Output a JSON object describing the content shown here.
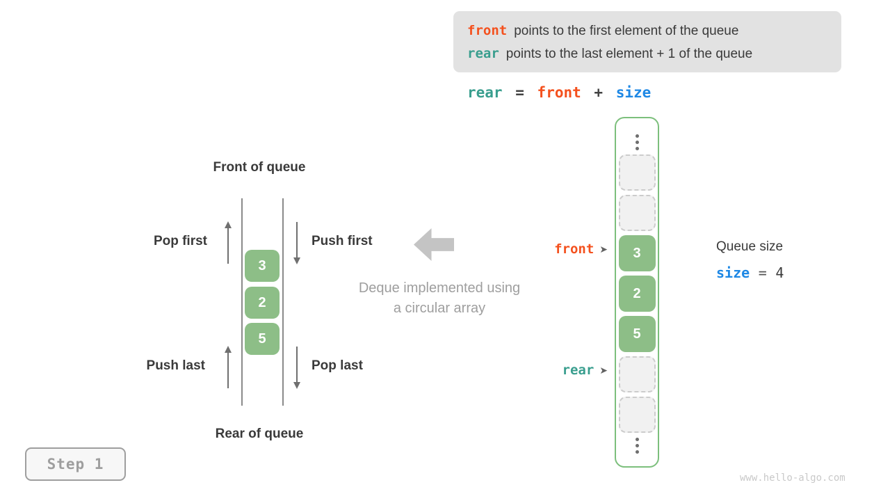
{
  "info_box": {
    "lines": [
      {
        "code": "front",
        "text": "points to the first element of the queue"
      },
      {
        "code": "rear",
        "text": "points to the last element + 1 of the queue"
      }
    ]
  },
  "equation": {
    "tokens": [
      {
        "text": "rear"
      },
      {
        "text": "="
      },
      {
        "text": "front"
      },
      {
        "text": "+"
      },
      {
        "text": "size"
      }
    ]
  },
  "deque": {
    "front_heading": "Front of queue",
    "rear_heading": "Rear of queue",
    "pop_first": "Pop first",
    "push_first": "Push first",
    "push_last": "Push last",
    "pop_last": "Pop last",
    "values": [
      "3",
      "2",
      "5"
    ],
    "caption_line1": "Deque implemented using",
    "caption_line2": "a circular array"
  },
  "array": {
    "cells": [
      {
        "type": "ellipsis"
      },
      {
        "type": "empty"
      },
      {
        "type": "empty"
      },
      {
        "type": "filled",
        "value": "3"
      },
      {
        "type": "filled",
        "value": "2"
      },
      {
        "type": "filled",
        "value": "5"
      },
      {
        "type": "empty"
      },
      {
        "type": "empty"
      },
      {
        "type": "ellipsis"
      }
    ],
    "front_pointer": {
      "label": "front",
      "arrow": "➤"
    },
    "rear_pointer": {
      "label": "rear",
      "arrow": "➤"
    }
  },
  "queue_size": {
    "title": "Queue size",
    "var": "size",
    "eq": "=",
    "value": "4"
  },
  "step_badge": "Step 1",
  "watermark": "www.hello-algo.com",
  "colors": {
    "orange": "#f4511e",
    "teal": "#399e8e",
    "blue": "#1e88e5",
    "cell_green": "#8dbe87",
    "array_border_green": "#7cbf7c",
    "info_box_bg": "#e2e2e2",
    "text_dark": "#3a3a3a",
    "muted_gray": "#9e9e9e"
  }
}
